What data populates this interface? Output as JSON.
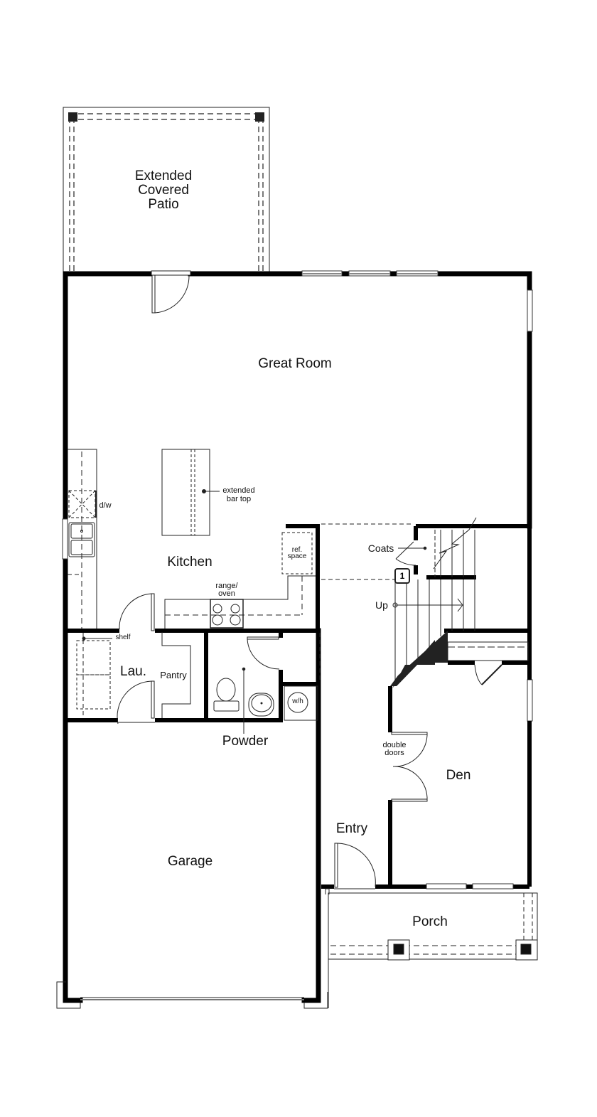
{
  "plan": {
    "wall_color": "#000000",
    "line_color": "#222222",
    "background": "#ffffff"
  },
  "rooms": {
    "patio": "Extended\nCovered\nPatio",
    "great_room": "Great Room",
    "kitchen": "Kitchen",
    "laundry": "Lau.",
    "pantry": "Pantry",
    "powder": "Powder",
    "garage": "Garage",
    "entry": "Entry",
    "den": "Den",
    "porch": "Porch",
    "coats": "Coats"
  },
  "annotations": {
    "dishwasher": "d/w",
    "bar_top_line1": "extended",
    "bar_top_line2": "bar top",
    "ref_line1": "ref.",
    "ref_line2": "space",
    "range_line1": "range/",
    "range_line2": "oven",
    "shelf": "shelf",
    "water_heater": "w/h",
    "up": "Up",
    "double_doors_line1": "double",
    "double_doors_line2": "doors",
    "stair_marker": "1"
  }
}
